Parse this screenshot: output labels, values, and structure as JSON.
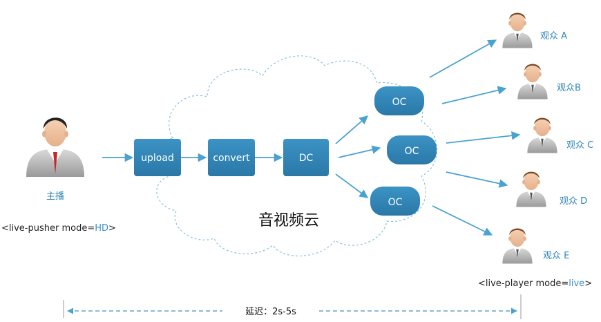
{
  "broadcaster": {
    "label": "主播",
    "mode_prefix": "<live-pusher mode=",
    "mode_value": "HD",
    "mode_suffix": ">"
  },
  "pipeline": {
    "upload": "upload",
    "convert": "convert",
    "dc": "DC"
  },
  "cloud": {
    "title": "音视频云"
  },
  "oc_nodes": [
    "OC",
    "OC",
    "OC"
  ],
  "viewers": [
    "观众 A",
    "观众B",
    "观众 C",
    "观众 D",
    "观众 E"
  ],
  "player": {
    "mode_prefix": "<live-player mode=",
    "mode_value": "live",
    "mode_suffix": ">"
  },
  "latency": {
    "label": "延迟：2s-5s"
  },
  "colors": {
    "node_blue": "#2f84b6",
    "arrow_blue": "#4aa2d0",
    "label_blue": "#2f86b7"
  },
  "icons": {
    "person": "user-avatar-icon"
  }
}
